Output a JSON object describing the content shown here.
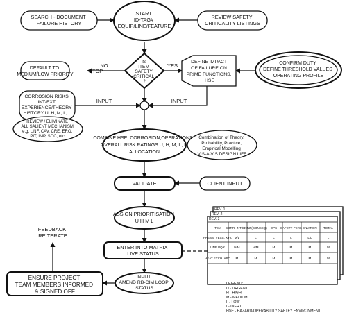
{
  "nodes": {
    "start": [
      "START",
      "ID-TAG#",
      "EQUIP/LINE/FEATURE"
    ],
    "search": [
      "SEARCH - DOCUMENT",
      "FAILURE HISTORY"
    ],
    "review_safety": [
      "REVIEW SAFETY",
      "CRITICALITY LISTINGS"
    ],
    "decision": [
      "IS",
      "ITEM",
      "SAFETY",
      "CRITICAL",
      "?"
    ],
    "no_label": "NO",
    "yes_label": "YES",
    "stop_label": "STOP",
    "default_priority": [
      "DEFAULT TO",
      "MEDIUM/LOW PRIORITY"
    ],
    "define_impact": [
      "DEFINE IMPACT",
      "OF FAILURE ON",
      "PRIME FUNCTIONS,",
      "HSE"
    ],
    "confirm_duty": [
      "CONFIRM DUTY",
      "DEFINE THRESHOLD VALUES",
      "OPERATING PROFILE"
    ],
    "corrosion_risks": [
      "CORROSION RISKS",
      "INT/EXT",
      "EXPERIENCE/THEORY",
      "HISTORY  U, H, M, L, I."
    ],
    "review_eliminate": [
      "REVIEW / ELIMINATE",
      "ALL SALIENT MECHANISM",
      "e.g. UNF, CAV, CRE, ERO,",
      "PIT, IMP, SOC, etc."
    ],
    "input_left": "INPUT",
    "input_right": "INPUT",
    "combine": [
      "COMBINE HSE, CORROSION,OPERATIONS,",
      "OVERALL RISK RATINGS  U, H, M, L, I,",
      "ALLOCATION"
    ],
    "combination_theory": [
      "Combination of Theory,",
      "Probability, Practice,",
      "Empirical Modelling",
      "VIS-A-VIS DESIGN LIFE"
    ],
    "validate": "VALIDATE",
    "client_input": "CLIENT INPUT",
    "assign": [
      "ASSIGN PRIORITISATION",
      "U H M L"
    ],
    "enter_matrix": [
      "ENTER INTO MATRIX",
      "LIVE STATUS"
    ],
    "amend": [
      "INPUT",
      "AMEND RB-CIM LOOP",
      "STATUS"
    ],
    "ensure": [
      "ENSURE PROJECT",
      "TEAM MEMBERS INFORMED",
      "& SIGNED OFF"
    ],
    "feedback": [
      "FEEDBACK",
      "REITERATE"
    ]
  },
  "matrix": {
    "revisions": [
      "REV. 1",
      "REV. 2",
      "REV. 3"
    ],
    "headers": [
      "ITEM",
      "CORR. INT/EXT",
      "HAZ (CONSEQ)",
      "OPS",
      "SAFETY PERS",
      "ENVIRON",
      "TOTAL"
    ],
    "rows": [
      {
        "item": "PRESS. VESS. XYZ",
        "cells": [
          "M/L",
          "L",
          "L",
          "L",
          "L/L",
          "L"
        ]
      },
      {
        "item": "LINE PQR",
        "cells": [
          "H/M",
          "H/M",
          "M",
          "M",
          "M",
          "M"
        ]
      },
      {
        "item": "HEAT EXCH. ABC",
        "cells": [
          "M",
          "M",
          "M",
          "M",
          "M",
          "M"
        ]
      }
    ]
  },
  "legend": {
    "title": "LEGEND:",
    "entries": [
      "U  -  URGENT",
      "H  -  HIGH",
      "M  -  MEDIUM",
      "L  -  LOW",
      "I  -  INERT",
      "HSE  -  HAZARD/OPERABILITY SAFTEY ENVIRONMENT"
    ]
  }
}
